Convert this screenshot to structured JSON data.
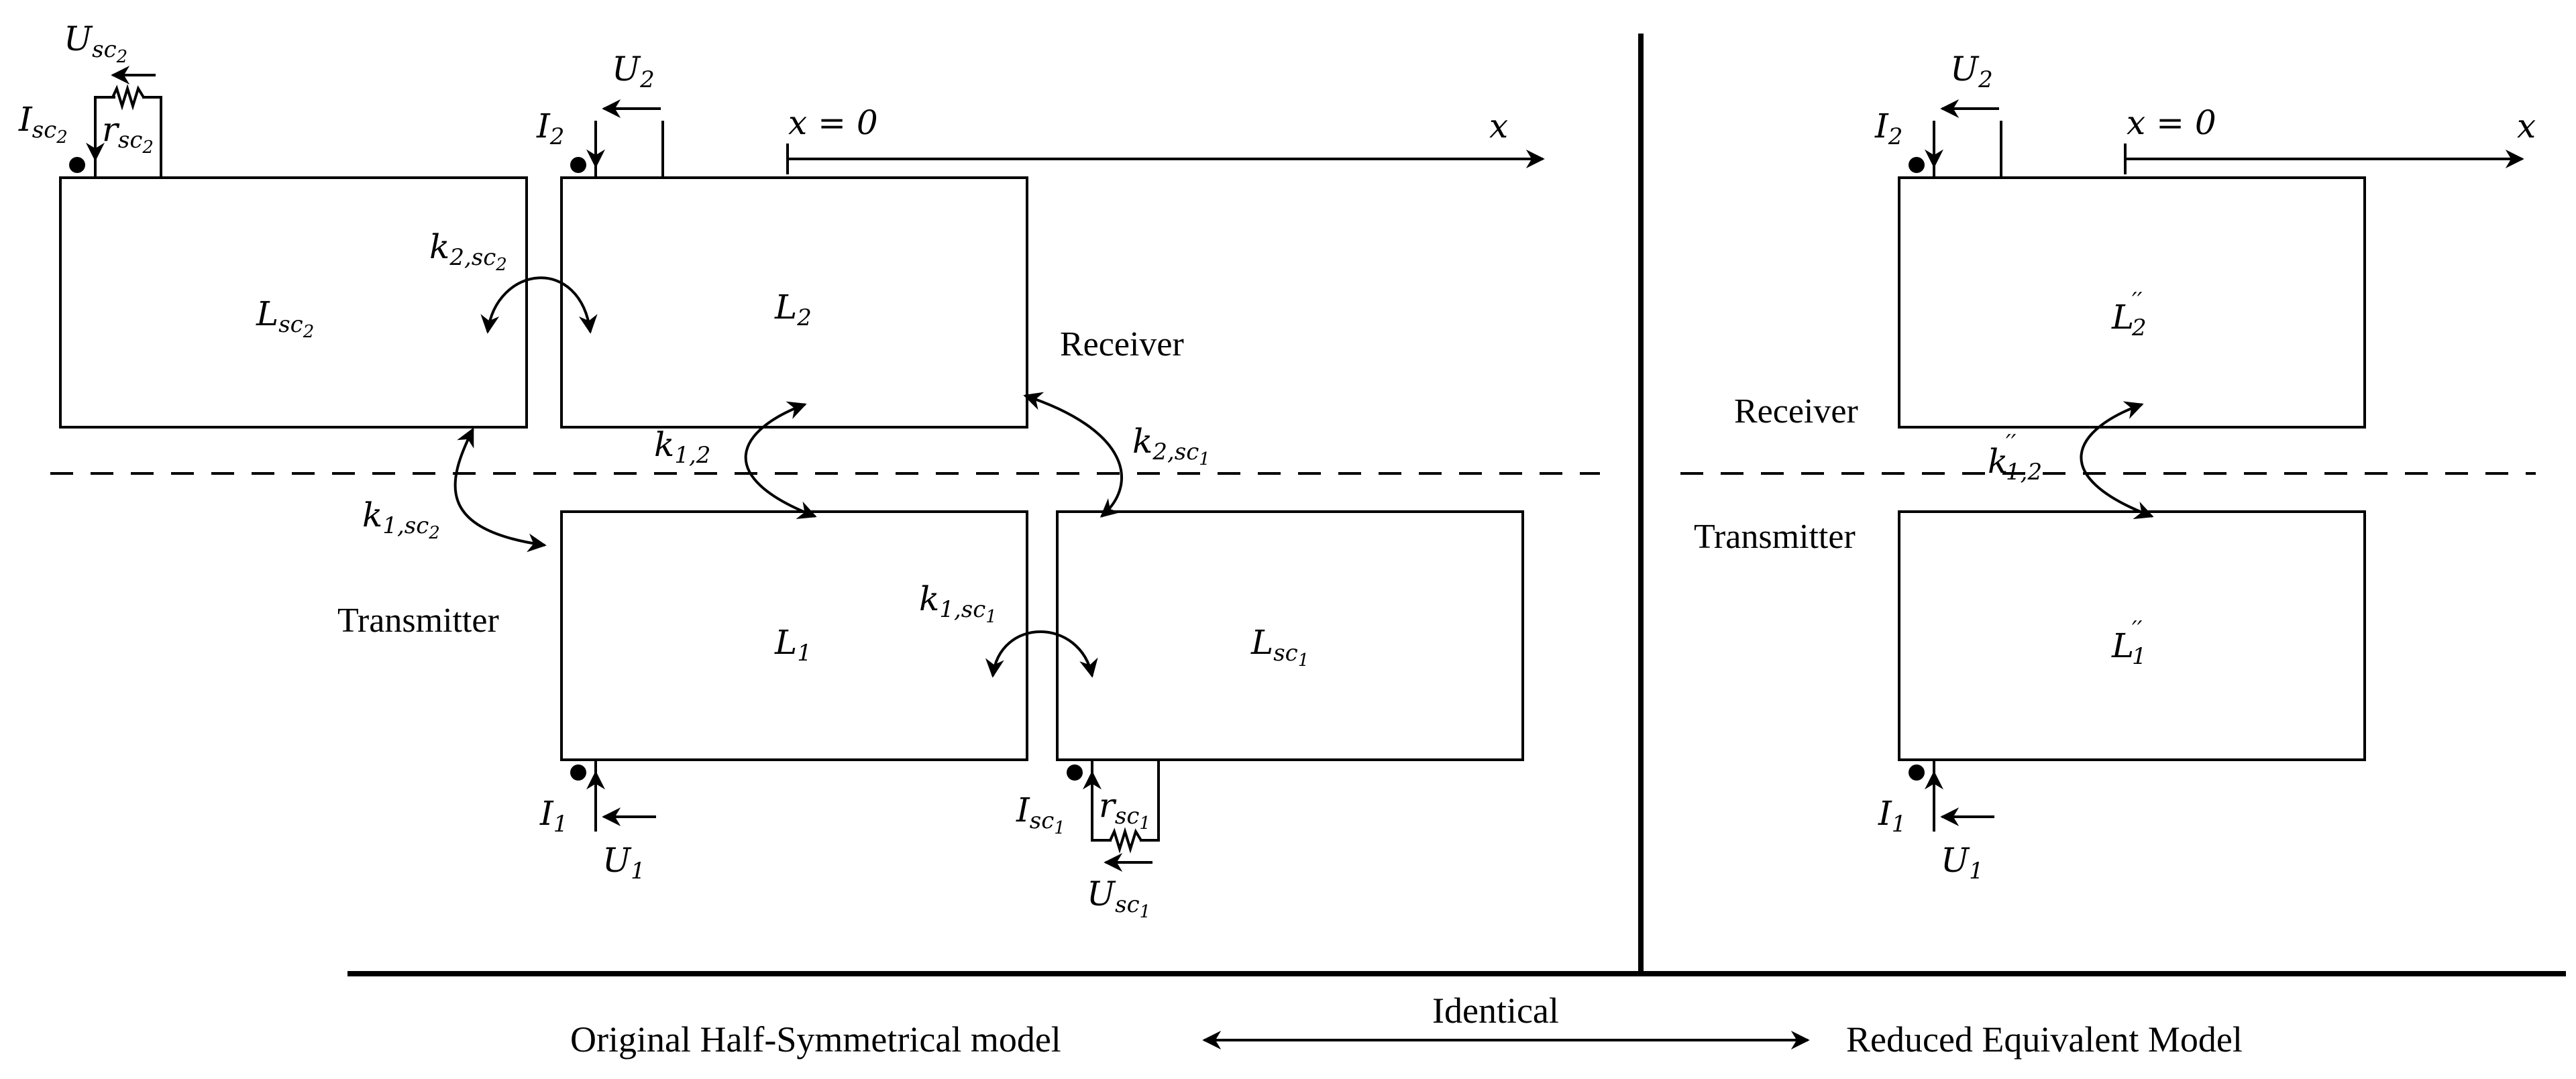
{
  "labels": {
    "original": {
      "L_sc2": {
        "main": "L",
        "sub": "sc",
        "subsub": "2"
      },
      "L2": {
        "main": "L",
        "sub": "2"
      },
      "L1": {
        "main": "L",
        "sub": "1"
      },
      "L_sc1": {
        "main": "L",
        "sub": "sc",
        "subsub": "1"
      },
      "U_sc2": {
        "main": "U",
        "sub": "sc",
        "subsub": "2"
      },
      "I_sc2": {
        "main": "I",
        "sub": "sc",
        "subsub": "2"
      },
      "r_sc2": {
        "main": "r",
        "sub": "sc",
        "subsub": "2"
      },
      "U2": {
        "main": "U",
        "sub": "2"
      },
      "I2": {
        "main": "I",
        "sub": "2"
      },
      "U1": {
        "main": "U",
        "sub": "1"
      },
      "I1": {
        "main": "I",
        "sub": "1"
      },
      "I_sc1": {
        "main": "I",
        "sub": "sc",
        "subsub": "1"
      },
      "r_sc1": {
        "main": "r",
        "sub": "sc",
        "subsub": "1"
      },
      "U_sc1": {
        "main": "U",
        "sub": "sc",
        "subsub": "1"
      },
      "k2sc2": {
        "main": "k",
        "sub": "2,sc",
        "subsub": "2"
      },
      "k12": {
        "main": "k",
        "sub": "1,2"
      },
      "k2sc1": {
        "main": "k",
        "sub": "2,sc",
        "subsub": "1"
      },
      "k1sc2": {
        "main": "k",
        "sub": "1,sc",
        "subsub": "2"
      },
      "k1sc1": {
        "main": "k",
        "sub": "1,sc",
        "subsub": "1"
      },
      "x0": "x = 0",
      "x": "x",
      "receiver": "Receiver",
      "transmitter": "Transmitter"
    },
    "reduced": {
      "L2": {
        "main": "L",
        "sup": "′′",
        "sub": "2"
      },
      "L1": {
        "main": "L",
        "sup": "′′",
        "sub": "1"
      },
      "k12": {
        "main": "k",
        "sup": "′′",
        "sub": "1,2"
      },
      "U2": {
        "main": "U",
        "sub": "2"
      },
      "I2": {
        "main": "I",
        "sub": "2"
      },
      "U1": {
        "main": "U",
        "sub": "1"
      },
      "I1": {
        "main": "I",
        "sub": "1"
      },
      "x0": "x = 0",
      "x": "x",
      "receiver": "Receiver",
      "transmitter": "Transmitter"
    }
  },
  "footer": {
    "left": "Original Half-Symmetrical model",
    "middle": "Identical",
    "right": "Reduced Equivalent Model"
  }
}
